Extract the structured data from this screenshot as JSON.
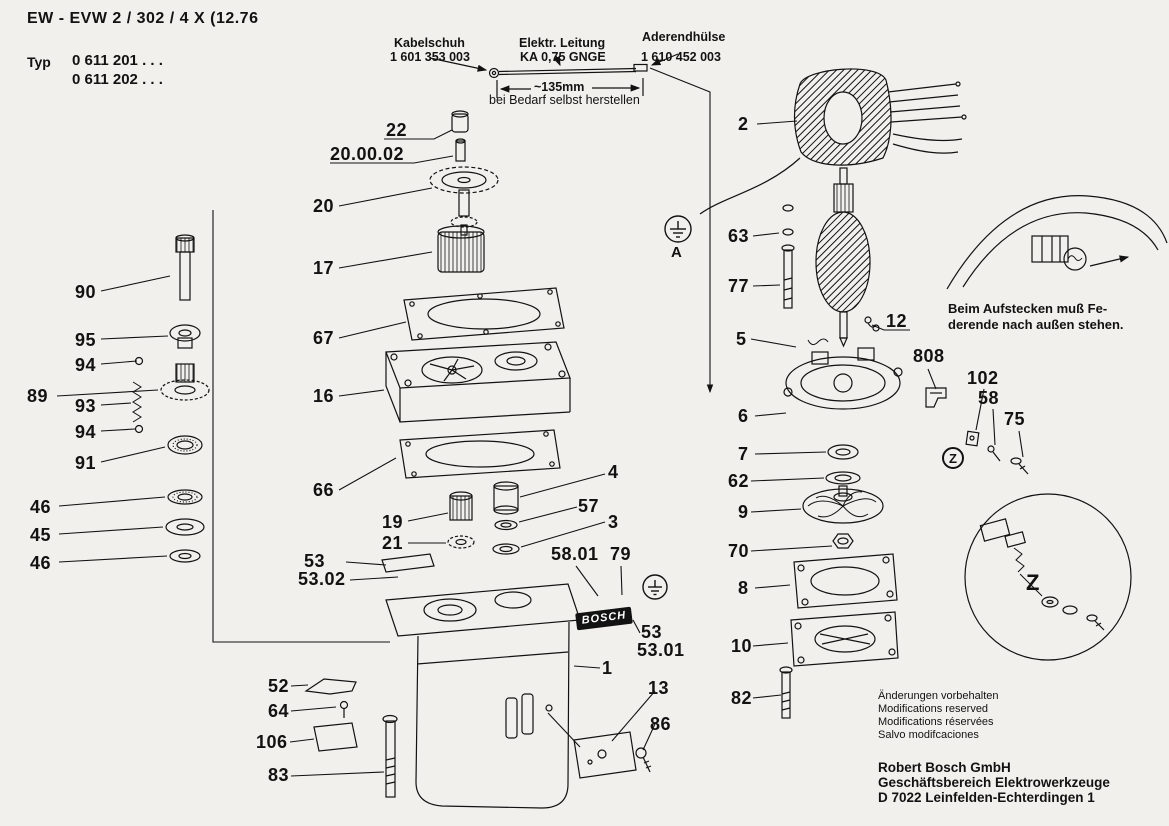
{
  "header": {
    "title": "EW - EVW 2 / 302 / 4 X (12.76",
    "typ_label": "Typ",
    "typ_no_1": "0 611 201  . . .",
    "typ_no_2": "0 611 202  . . ."
  },
  "cable": {
    "kabelschuh_label": "Kabelschuh",
    "kabelschuh_no": "1 601 353 003",
    "leitung_label": "Elektr. Leitung",
    "leitung_spec": "KA  0,75 GNGE",
    "aderendhuelse_label": "Aderendhülse",
    "aderendhuelse_no": "1 610 452 003",
    "dim": "~135mm",
    "note": "bei Bedarf selbst herstellen"
  },
  "labels": {
    "ground_a": "A",
    "z_small": "Z",
    "z_big": "Z",
    "bosch": "BOSCH",
    "feder_1": "Beim Aufstecken muß Fe-",
    "feder_2": "derende nach außen stehen."
  },
  "parts": {
    "p22": "22",
    "p200002": "20.00.02",
    "p20": "20",
    "p17": "17",
    "p67": "67",
    "p16": "16",
    "p66": "66",
    "p19": "19",
    "p21": "21",
    "p4": "4",
    "p57": "57",
    "p3": "3",
    "p53a": "53",
    "p5302": "53.02",
    "p5801": "58.01",
    "p79": "79",
    "p53b": "53",
    "p5301": "53.01",
    "p1": "1",
    "p13": "13",
    "p86": "86",
    "p52": "52",
    "p64": "64",
    "p106": "106",
    "p83": "83",
    "p90": "90",
    "p95": "95",
    "p94a": "94",
    "p89": "89",
    "p93": "93",
    "p94b": "94",
    "p91": "91",
    "p46a": "46",
    "p45": "45",
    "p46b": "46",
    "p2": "2",
    "p63": "63",
    "p77": "77",
    "p12": "12",
    "p5": "5",
    "p6": "6",
    "p7": "7",
    "p62": "62",
    "p9": "9",
    "p70": "70",
    "p8": "8",
    "p10": "10",
    "p82": "82",
    "p808": "808",
    "p102": "102",
    "p58": "58",
    "p75": "75"
  },
  "footer": {
    "note_de": "Änderungen vorbehalten",
    "note_en": "Modifications reserved",
    "note_fr": "Modifications réservées",
    "note_es": "Salvo modifcaciones",
    "company_1": "Robert Bosch GmbH",
    "company_2": "Geschäftsbereich Elektrowerkzeuge",
    "company_3": "D 7022 Leinfelden-Echterdingen 1"
  }
}
